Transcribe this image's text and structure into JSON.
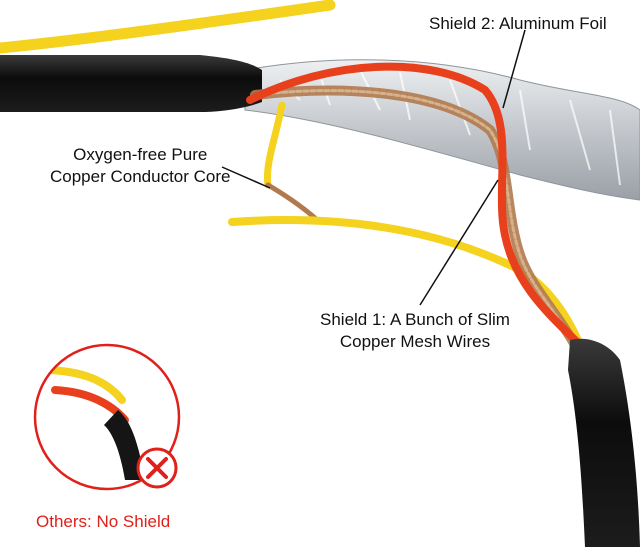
{
  "labels": {
    "aluminum_foil": "Shield 2: Aluminum Foil",
    "core_line1": "Oxygen-free Pure",
    "core_line2": "Copper Conductor Core",
    "mesh_line1": "Shield 1: A Bunch of Slim",
    "mesh_line2": "Copper Mesh Wires",
    "others": "Others: No Shield"
  },
  "colors": {
    "cable_jacket": "#121212",
    "yellow_wire": "#f4d21e",
    "red_wire": "#e8401c",
    "foil": "#cfd2d6",
    "copper": "#b07a4e",
    "inset_ring": "#e0201a"
  },
  "icons": {
    "no_shield_mark": "red-x-icon"
  }
}
